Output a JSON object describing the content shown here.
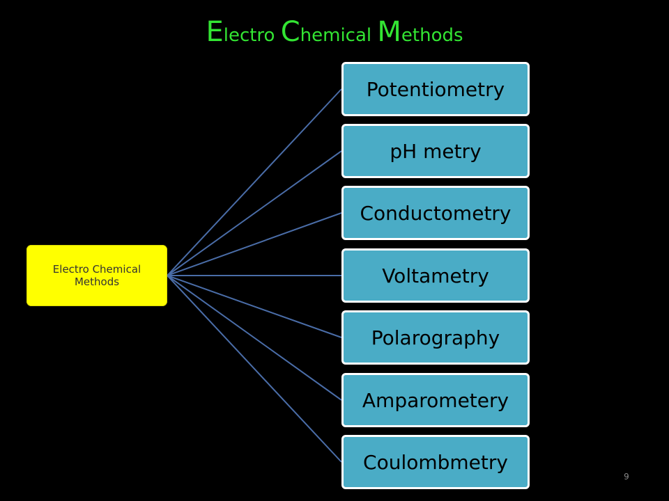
{
  "slide": {
    "title_parts": [
      {
        "cap": "E",
        "rest": "lectro "
      },
      {
        "cap": "C",
        "rest": "hemical "
      },
      {
        "cap": "M",
        "rest": "ethods"
      }
    ],
    "page_number": "9"
  },
  "diagram": {
    "root": {
      "label": "Electro Chemical Methods"
    },
    "children": [
      {
        "label": "Potentiometry"
      },
      {
        "label": "pH metry"
      },
      {
        "label": "Conductometry"
      },
      {
        "label": "Voltametry"
      },
      {
        "label": "Polarography"
      },
      {
        "label": "Amparometery"
      },
      {
        "label": "Coulombmetry"
      }
    ]
  },
  "colors": {
    "background": "#000000",
    "title": "#33e533",
    "root_fill": "#ffff00",
    "child_fill": "#4aacc6",
    "child_border": "#ffffff",
    "connector": "#4a6da8"
  }
}
